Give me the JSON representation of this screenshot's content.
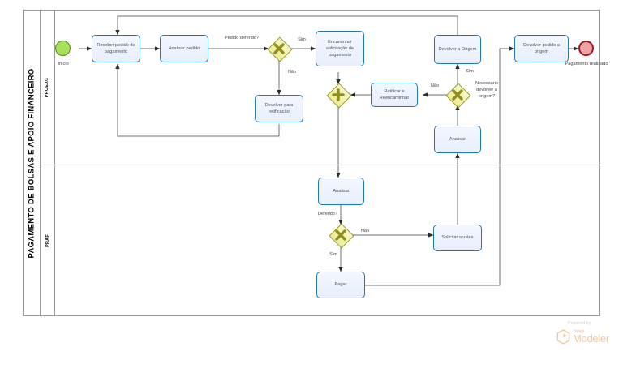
{
  "pool": {
    "name": "PAGAMENTO DE BOLSAS E APOIO FINANCEIRO",
    "lanes": [
      {
        "id": "lane-proexc",
        "name": "PROEXC"
      },
      {
        "id": "lane-praf",
        "name": "PRAF"
      }
    ]
  },
  "events": {
    "start": {
      "name": "Início",
      "type": "start-event"
    },
    "end": {
      "name": "Pagamento realizado",
      "type": "end-event"
    }
  },
  "tasks": {
    "receber": "Receber pedido de pagamento",
    "analisar_pedido": "Analisar pedido",
    "devolver_retificacao": "Devolver para retificação",
    "encaminhar": "Encaminhar solicitação de pagamento",
    "retificar": "Retificar e Reencaminhar",
    "devolver_origem": "Devolver a Origem",
    "analisar_proexc": "Analisar",
    "devolver_pedido_origem": "Devolver pedido a origem",
    "analisar_praf": "Analisar",
    "solicitar_ajustes": "Solicitar ajustes",
    "pagar": "Pagar"
  },
  "gateways": {
    "pedido_deferido": {
      "label": "Pedido deferido?",
      "kind": "exclusive"
    },
    "merge": {
      "label": "",
      "kind": "parallel"
    },
    "necessario_devolver": {
      "label": "Necessário devolver a origem?",
      "kind": "exclusive"
    },
    "deferido": {
      "label": "Deferido?",
      "kind": "exclusive"
    }
  },
  "flow_labels": {
    "sim1": "Sim",
    "nao1": "Não",
    "nao2": "Não",
    "sim2": "Sim",
    "nao3": "Não",
    "sim3": "Sim"
  },
  "branding": {
    "powered_by": "Powered by",
    "brand": "bizagi",
    "product": "Modeler"
  },
  "colors": {
    "task_border": "#1f79b8",
    "task_fill": "#eef3fd",
    "gateway_border": "#9a9a22",
    "gateway_fill": "#f0f0a8",
    "start_fill": "#a8e05a",
    "start_border": "#4e8a16",
    "end_fill": "#eda3a3",
    "end_border": "#9e1a1a",
    "flow_line": "#6b7076",
    "pool_border": "#9a9a9a",
    "logo_accent": "#f7c79b"
  }
}
